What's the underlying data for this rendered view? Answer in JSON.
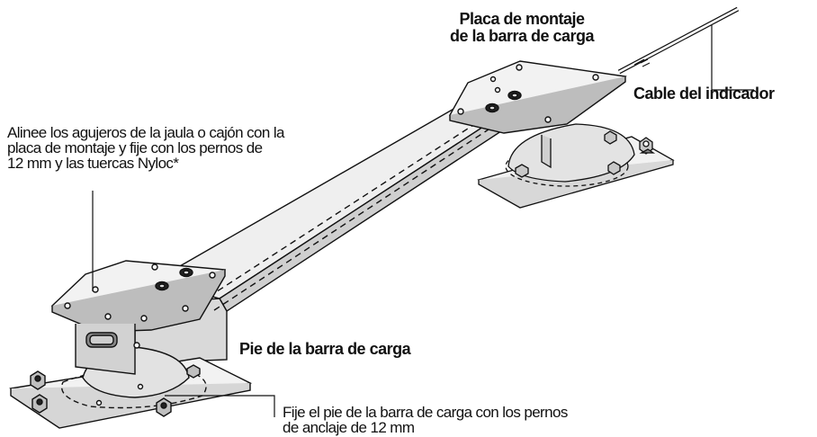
{
  "labels": {
    "top_plate": {
      "line1": "Placa de montaje",
      "line2": "de la barra de carga"
    },
    "cable": "Cable del indicador",
    "align_note": {
      "line1": "Alinee los agujeros de la jaula o cajón con la",
      "line2": "placa de montaje y fije con los pernos de",
      "line3": "12 mm y las tuercas Nyloc*"
    },
    "foot": "Pie de la barra de carga",
    "fix_note": {
      "line1": "Fije el pie de la barra de carga con los pernos",
      "line2": "de anclaje de 12 mm"
    }
  },
  "colors": {
    "line": "#111111",
    "metal_light": "#ececec",
    "metal_mid": "#d4d4d4",
    "metal_dark": "#9a9a9a",
    "background": "#ffffff"
  }
}
